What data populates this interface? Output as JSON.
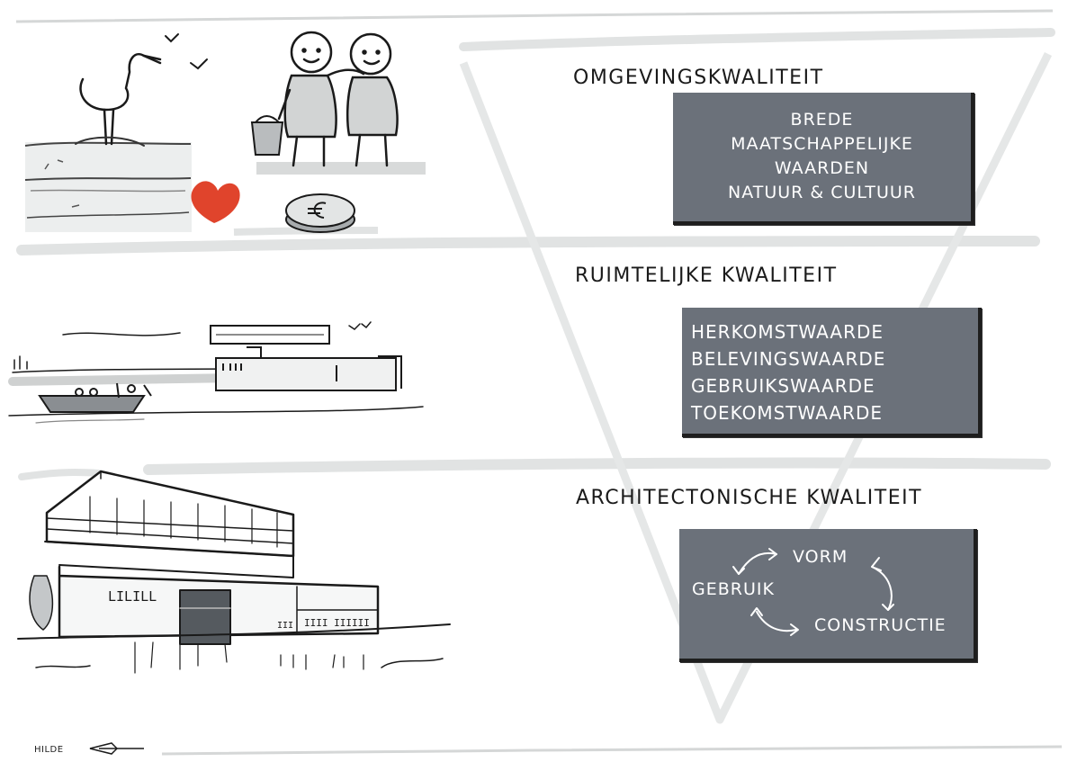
{
  "headings": {
    "omgeving": "OMGEVINGSKWALITEIT",
    "ruimtelijk": "RUIMTELIJKE KWALITEIT",
    "architectonisch": "ARCHITECTONISCHE KWALITEIT"
  },
  "boxes": {
    "omgeving": [
      "BREDE",
      "MAATSCHAPPELIJKE",
      "WAARDEN",
      "NATUUR & CULTUUR"
    ],
    "ruimtelijk": [
      "HERKOMSTWAARDE",
      "BELEVINGSWAARDE",
      "GEBRUIKSWAARDE",
      "TOEKOMSTWAARDE"
    ],
    "architectonisch": {
      "vorm": "VORM",
      "gebruik": "GEBRUIK",
      "constructie": "CONSTRUCTIE"
    }
  },
  "signature": "HILDE",
  "colors": {
    "box_fill": "#6b717a",
    "band_gray": "#e1e3e3",
    "heart_red": "#e0442c",
    "ink": "#1a1a1a"
  },
  "icons": [
    "heron-icon",
    "birds-icon",
    "two-people-icon",
    "bucket-icon",
    "heart-icon",
    "euro-coin-icon",
    "boat-icon",
    "building-icon",
    "cycle-arrows-icon"
  ]
}
